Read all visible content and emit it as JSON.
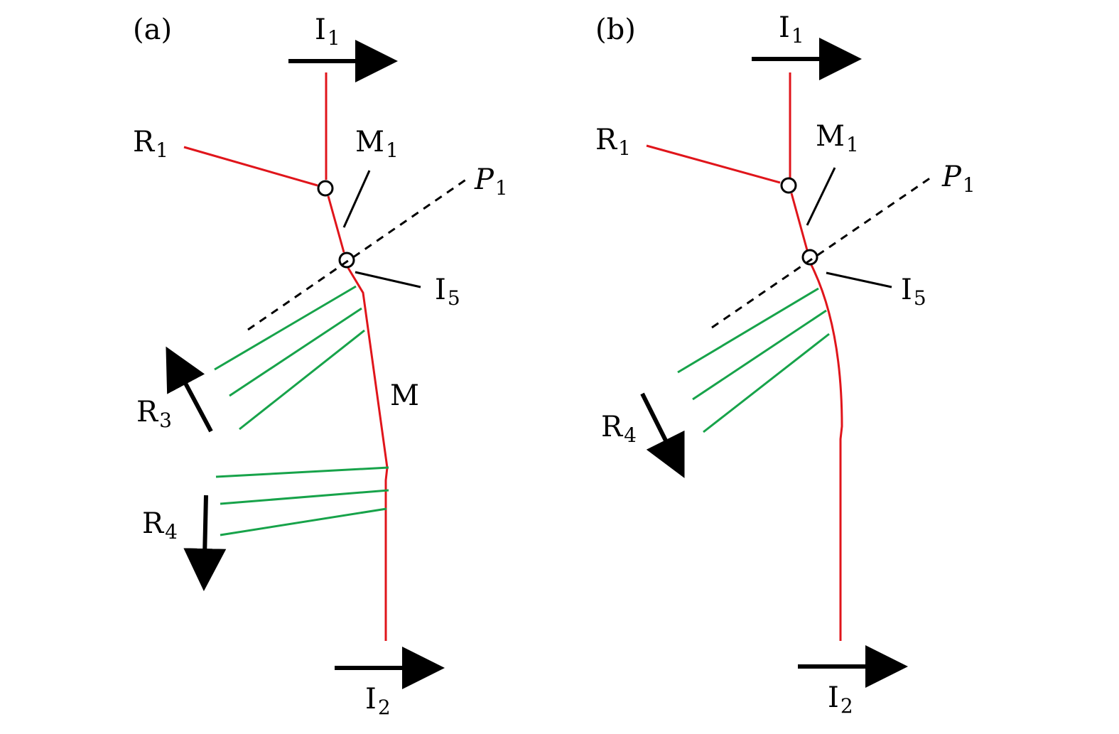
{
  "colors": {
    "shock": "#e0151b",
    "fan": "#17a34a",
    "ink": "#000000",
    "background": "#ffffff"
  },
  "panels": [
    {
      "id": "a",
      "label": "(a)",
      "labels": {
        "I1": {
          "main": "I",
          "sub": "1"
        },
        "I2": {
          "main": "I",
          "sub": "2"
        },
        "R1": {
          "main": "R",
          "sub": "1"
        },
        "M1": {
          "main": "M",
          "sub": "1"
        },
        "P1": {
          "main": "P",
          "sub": "1"
        },
        "I5": {
          "main": "I",
          "sub": "5"
        },
        "M": {
          "main": "M",
          "sub": ""
        },
        "R3": {
          "main": "R",
          "sub": "3"
        },
        "R4": {
          "main": "R",
          "sub": "4"
        }
      }
    },
    {
      "id": "b",
      "label": "(b)",
      "labels": {
        "I1": {
          "main": "I",
          "sub": "1"
        },
        "I2": {
          "main": "I",
          "sub": "2"
        },
        "R1": {
          "main": "R",
          "sub": "1"
        },
        "M1": {
          "main": "M",
          "sub": "1"
        },
        "P1": {
          "main": "P",
          "sub": "1"
        },
        "I5": {
          "main": "I",
          "sub": "5"
        },
        "R4": {
          "main": "R",
          "sub": "4"
        }
      }
    }
  ]
}
